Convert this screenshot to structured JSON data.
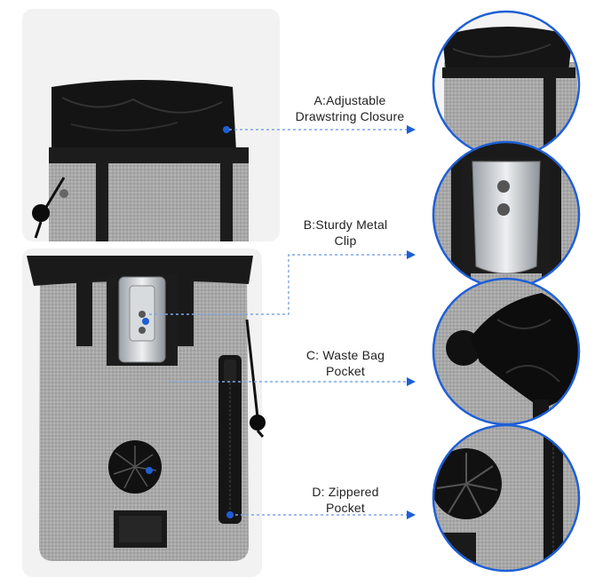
{
  "callouts": [
    {
      "line1": "A:Adjustable",
      "line2": "Drawstring Closure"
    },
    {
      "line1": "B:Sturdy Metal",
      "line2": "Clip"
    },
    {
      "line1": "C: Waste Bag",
      "line2": "Pocket"
    },
    {
      "line1": "D: Zippered",
      "line2": "Pocket"
    }
  ],
  "colors": {
    "fabric": "#a9a9a9",
    "fabric_dark": "#8c8c8c",
    "webbing": "#1c1c1c",
    "accent_blue": "#1e5fd6",
    "metal": "#c8ccd0"
  },
  "icons": [
    "drawstring-toggle-icon",
    "metal-clip-icon",
    "bag-dispenser-icon",
    "zipper-icon"
  ]
}
